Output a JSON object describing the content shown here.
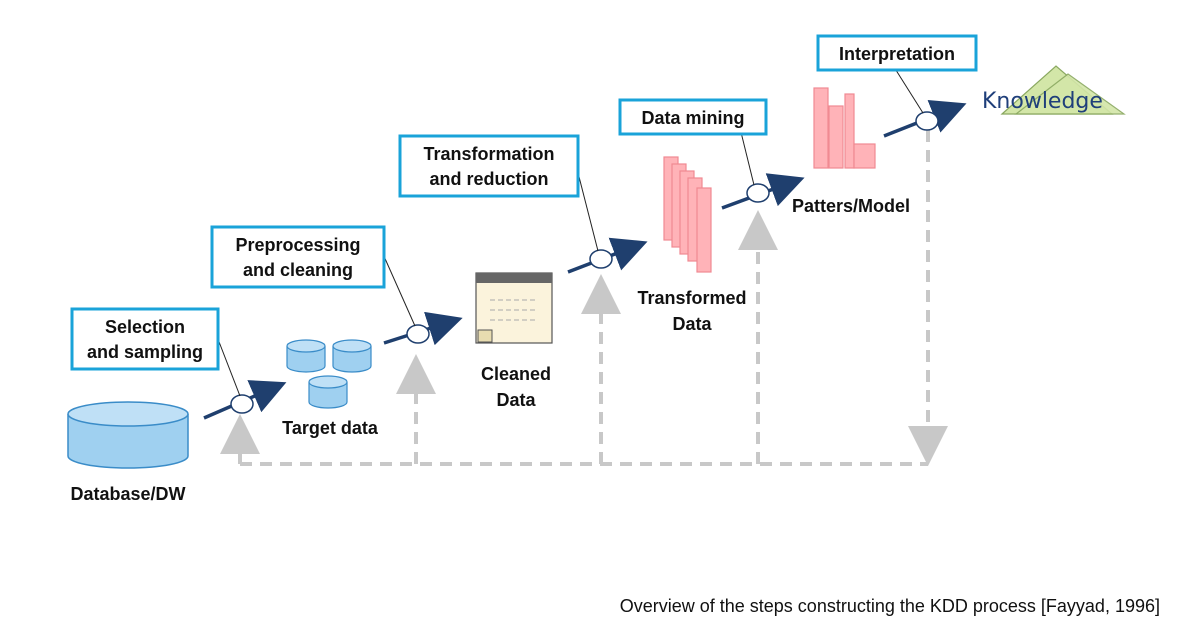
{
  "steps": {
    "selection": [
      "Selection",
      "and sampling"
    ],
    "preprocessing": [
      "Preprocessing",
      "and cleaning"
    ],
    "transformation": [
      "Transformation",
      "and reduction"
    ],
    "mining": [
      "Data mining"
    ],
    "interpretation": [
      "Interpretation"
    ]
  },
  "nodes": {
    "database": "Database/DW",
    "target": "Target data",
    "cleaned": [
      "Cleaned",
      "Data"
    ],
    "transformed": [
      "Transformed",
      "Data"
    ],
    "patterns": "Patters/Model",
    "knowledge": "Knowledge"
  },
  "caption": "Overview of the steps constructing the KDD process [Fayyad, 1996]",
  "colors": {
    "box_border": "#1aa3d9",
    "arrow": "#1f3f6e",
    "feedback": "#c8c8c8",
    "cylinder_fill": "#9fd0f0",
    "cylinder_stroke": "#3a8cc8",
    "pink": "#ffb3b8",
    "pink_stroke": "#f08a92",
    "knowledge_green": "#d3e6a8",
    "knowledge_stroke": "#8aa860"
  }
}
